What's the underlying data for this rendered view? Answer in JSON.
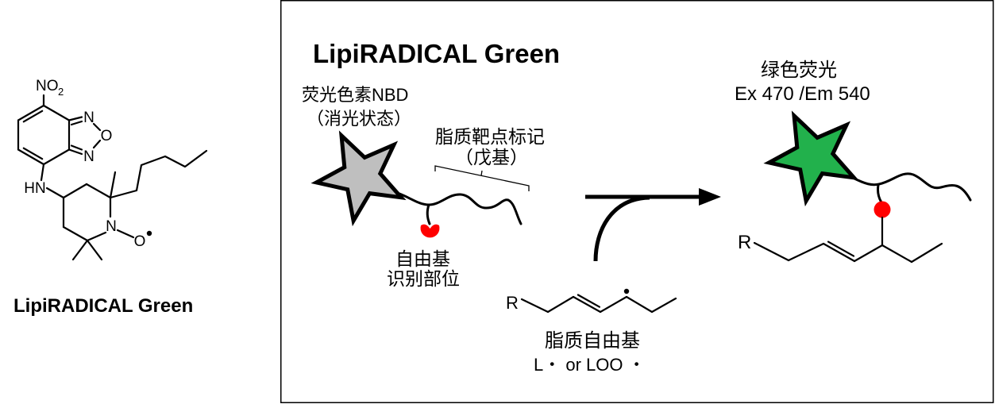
{
  "structure": {
    "atoms": {
      "nitro_main": "NO",
      "nitro_sub": "2",
      "furazan_n1": "N",
      "furazan_o": "O",
      "furazan_n3": "N",
      "amine": "HN",
      "piperidine_n": "N",
      "nitroxide_o": "O"
    },
    "caption": "LipiRADICAL Green"
  },
  "scheme": {
    "title": "LipiRADICAL Green",
    "probe": {
      "fluorophore": "荧光色素NBD",
      "fluorophore_state": "（消光状态）",
      "target": "脂质靶点标记",
      "target_group": "（戊基）",
      "recognition_site": [
        "自由基",
        "识别部位"
      ]
    },
    "lipid_radical": {
      "r_group": "R",
      "name": "脂质自由基",
      "formula": "L・ or LOO ・"
    },
    "product": {
      "fluorescence": "绿色荧光",
      "wavelengths": "Ex 470 /Em 540",
      "r_group": "R"
    }
  },
  "colors": {
    "fluorescence_green": "#00b050",
    "fluorescent_star": "#22b14c",
    "quenched_star": "#bfbfbf",
    "radical_site": "#ff0000"
  }
}
